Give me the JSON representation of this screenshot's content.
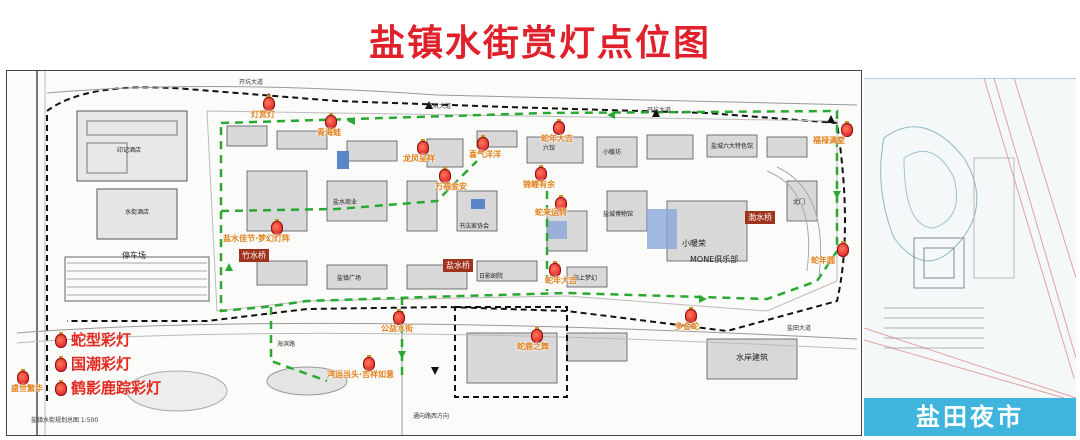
{
  "title": "盐镇水街赏灯点位图",
  "legend": {
    "items": [
      {
        "label": "蛇型彩灯"
      },
      {
        "label": "国潮彩灯"
      },
      {
        "label": "鹤影鹿踪彩灯"
      }
    ]
  },
  "lanterns": [
    {
      "label": "灯赏灯"
    },
    {
      "label": "青海蛙"
    },
    {
      "label": "龙凤呈祥"
    },
    {
      "label": "蛇年大吉"
    },
    {
      "label": "福禄满堂"
    },
    {
      "label": "万福金安"
    },
    {
      "label": "锦鲤有余"
    },
    {
      "label": "蛇来运转"
    },
    {
      "label": "喜气洋洋"
    },
    {
      "label": "盐水佳节·梦幻灯阵"
    },
    {
      "label": "蛇年大吉"
    },
    {
      "label": "公益水街"
    },
    {
      "label": "蛇鹿之舞"
    },
    {
      "label": "多金蛇"
    },
    {
      "label": "蛇年圆"
    },
    {
      "label": "鸿运当头·吉祥如意"
    },
    {
      "label": "盛世繁华"
    }
  ],
  "buildings": [
    {
      "label": "竹水桥",
      "color": "#a0331d"
    },
    {
      "label": "盐水桥",
      "color": "#a0331d"
    },
    {
      "label": "小暖荣",
      "color": "#333333"
    },
    {
      "label": "MONE俱乐部",
      "color": "#333333"
    },
    {
      "label": "渤水桥",
      "color": "#a0331d"
    },
    {
      "label": "停车场",
      "color": "#333333"
    },
    {
      "label": "水岸建筑",
      "color": "#333333"
    }
  ],
  "roads": [
    {
      "label": "开坑大道"
    },
    {
      "label": "开坑大道"
    },
    {
      "label": "开坑大道"
    },
    {
      "label": "海滨路"
    },
    {
      "label": "盐田大道"
    },
    {
      "label": "通向路西方向"
    }
  ],
  "small_labels": [
    {
      "label": "印记酒店"
    },
    {
      "label": "水街酒店"
    },
    {
      "label": "盐水商业"
    },
    {
      "label": "书法家协会"
    },
    {
      "label": "六馆"
    },
    {
      "label": "日影剧院"
    },
    {
      "label": "盐城六大特色馆"
    },
    {
      "label": "盐镇广场"
    },
    {
      "label": "小暖坊"
    },
    {
      "label": "盐城博物馆"
    },
    {
      "label": "海上梦幻"
    },
    {
      "label": "北门"
    }
  ],
  "scale_note": "盐镇水街规划总图   1:500",
  "night_market_label": "盐田夜市",
  "colors": {
    "title_red": "#e0202a",
    "route_green": "#2aa832",
    "tag_orange": "#e3a11e",
    "highlight_blue": "#8aa6d8",
    "night_market_blue": "#3fb4dc"
  }
}
